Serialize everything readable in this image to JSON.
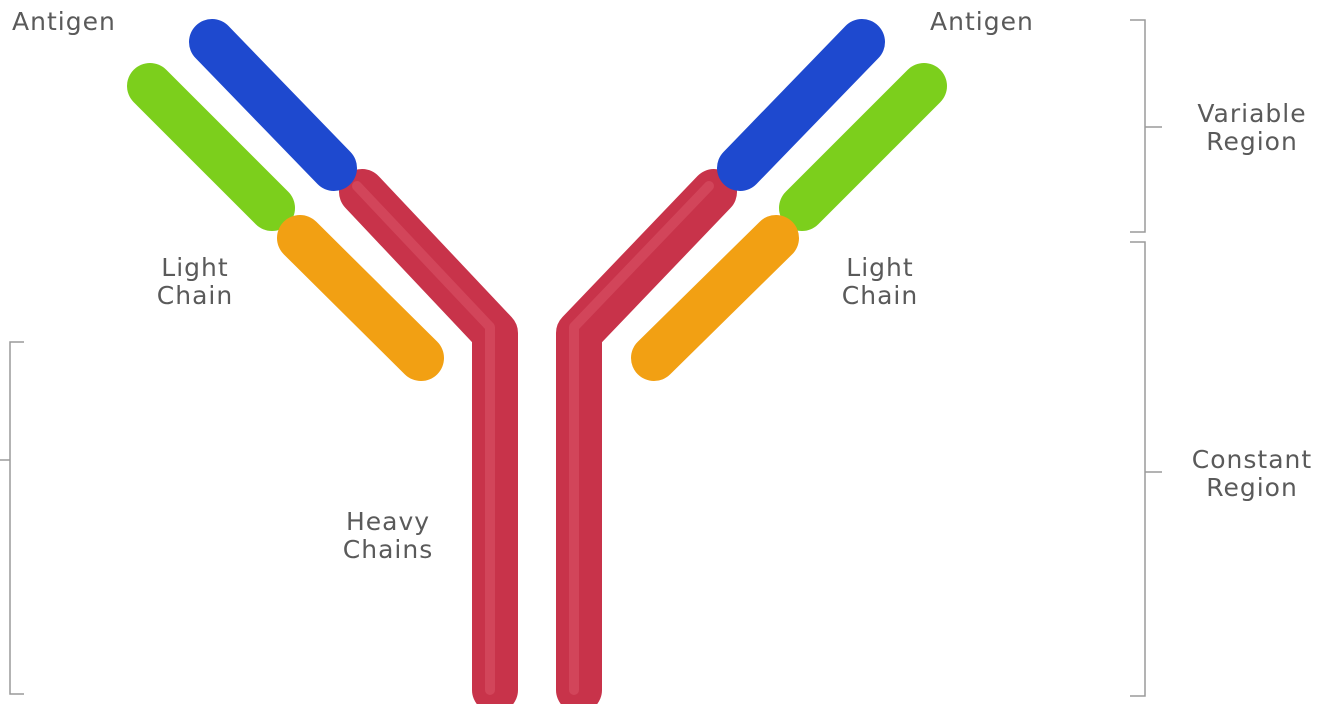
{
  "labels": {
    "antigen_left": "Antigen",
    "antigen_right": "Antigen",
    "light_chain_left": [
      "Light",
      "Chain"
    ],
    "light_chain_right": [
      "Light",
      "Chain"
    ],
    "heavy_chains": [
      "Heavy",
      "Chains"
    ],
    "variable_region": [
      "Variable",
      "Region"
    ],
    "constant_region": [
      "Constant",
      "Region"
    ]
  },
  "colors": {
    "heavy_chain": "#c8334a",
    "heavy_chain_highlight": "#dd5a6e",
    "light_chain_variable": "#7ccf1c",
    "light_chain_constant": "#f2a013",
    "heavy_chain_variable": "#1e49cf",
    "bracket": "#9a9a9a",
    "text": "#5a5a5a"
  }
}
